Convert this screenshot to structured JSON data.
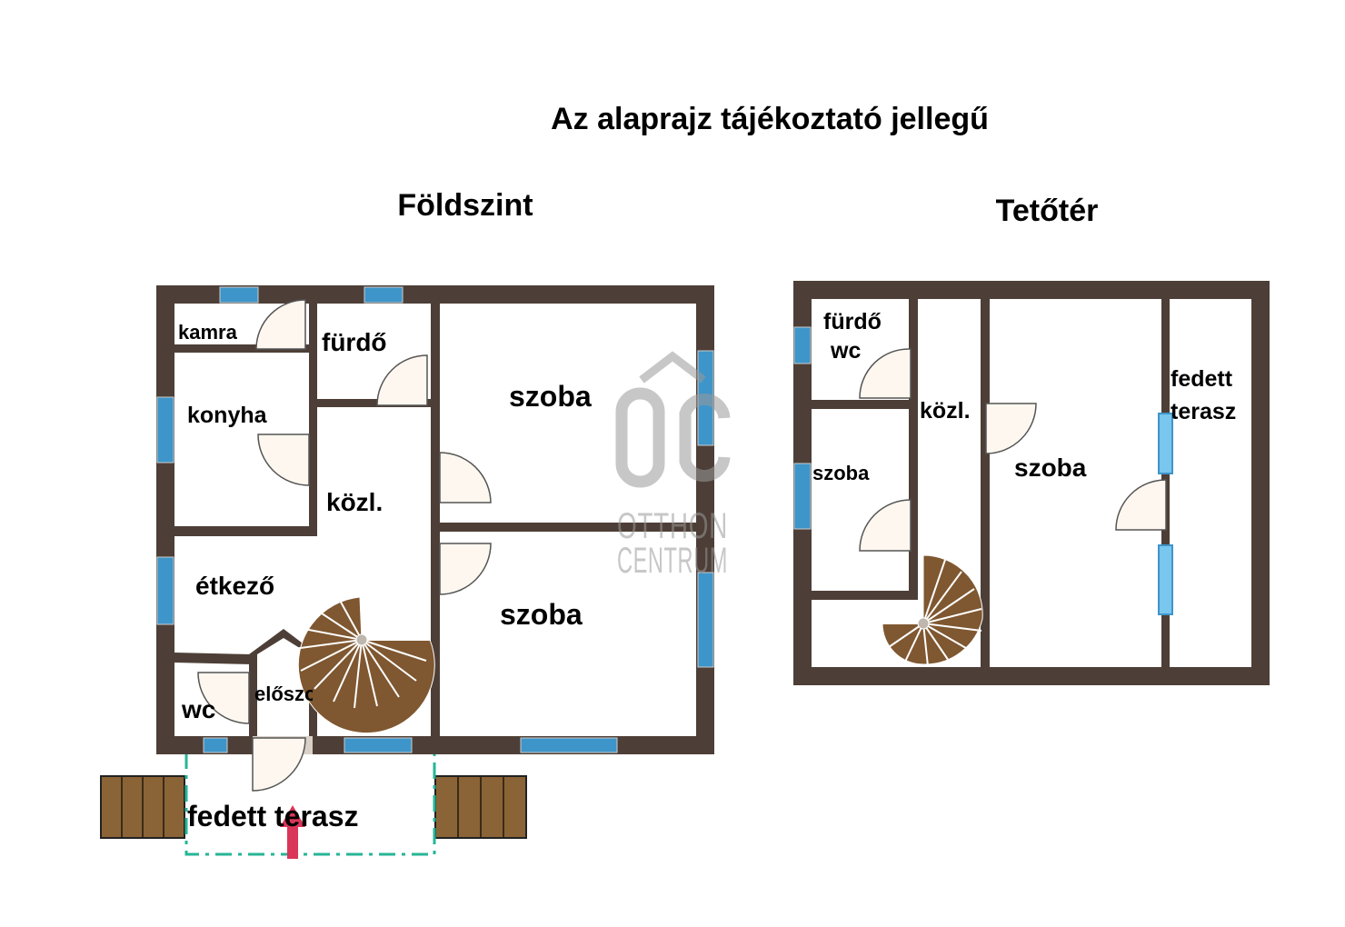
{
  "header": {
    "title": "Az alaprajz tájékoztató jellegű"
  },
  "ground_floor": {
    "label": "Földszint",
    "rooms": {
      "kamra": "kamra",
      "furdo": "fürdő",
      "szoba_top": "szoba",
      "konyha": "konyha",
      "kozl": "közl.",
      "etkezo": "étkező",
      "szoba_bottom": "szoba",
      "wc": "wc",
      "elosz": "előszoba",
      "terasz": "fedett terasz"
    }
  },
  "attic": {
    "label": "Tetőtér",
    "rooms": {
      "furdo_line1": "fürdő",
      "furdo_line2": "wc",
      "kozl": "közl.",
      "szoba_small": "szoba",
      "szoba_large": "szoba",
      "terasz_line1": "fedett",
      "terasz_line2": "terasz"
    }
  },
  "watermark": {
    "line1": "OTTHON",
    "line2": "CENTRUM"
  },
  "colors": {
    "wall": "#4d3f37",
    "window": "#3e95c9",
    "window_light": "#79c6ee",
    "stair": "#7f5730",
    "deck": "#8a6436",
    "terrace_border": "#26b596",
    "arrow": "#d93659",
    "watermark": "#9a9a9a"
  }
}
